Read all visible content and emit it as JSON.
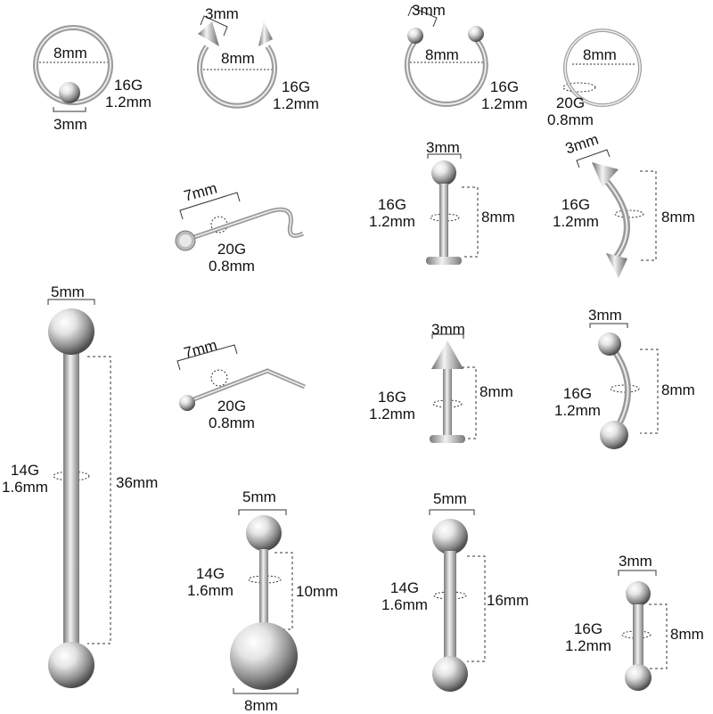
{
  "items": [
    {
      "id": "captive-bead-ring",
      "dims": [
        "8mm",
        "3mm"
      ],
      "gauge": "16G",
      "gauge_mm": "1.2mm"
    },
    {
      "id": "spike-horseshoe",
      "dims": [
        "3mm",
        "8mm"
      ],
      "gauge": "16G",
      "gauge_mm": "1.2mm"
    },
    {
      "id": "ball-horseshoe",
      "dims": [
        "3mm",
        "8mm"
      ],
      "gauge": "16G",
      "gauge_mm": "1.2mm"
    },
    {
      "id": "seamless-ring",
      "dims": [
        "8mm"
      ],
      "gauge": "20G",
      "gauge_mm": "0.8mm"
    },
    {
      "id": "nose-screw",
      "dims": [
        "7mm"
      ],
      "gauge": "20G",
      "gauge_mm": "0.8mm"
    },
    {
      "id": "ball-labret",
      "dims": [
        "3mm",
        "8mm"
      ],
      "gauge": "16G",
      "gauge_mm": "1.2mm"
    },
    {
      "id": "spike-curved-barbell",
      "dims": [
        "3mm",
        "8mm"
      ],
      "gauge": "16G",
      "gauge_mm": "1.2mm"
    },
    {
      "id": "industrial-barbell",
      "dims": [
        "5mm",
        "36mm"
      ],
      "gauge": "14G",
      "gauge_mm": "1.6mm"
    },
    {
      "id": "l-shape-nose-stud",
      "dims": [
        "7mm"
      ],
      "gauge": "20G",
      "gauge_mm": "0.8mm"
    },
    {
      "id": "spike-labret",
      "dims": [
        "3mm",
        "8mm"
      ],
      "gauge": "16G",
      "gauge_mm": "1.2mm"
    },
    {
      "id": "ball-curved-barbell",
      "dims": [
        "3mm",
        "8mm"
      ],
      "gauge": "16G",
      "gauge_mm": "1.2mm"
    },
    {
      "id": "belly-ring",
      "dims": [
        "5mm",
        "10mm",
        "8mm"
      ],
      "gauge": "14G",
      "gauge_mm": "1.6mm"
    },
    {
      "id": "tongue-barbell",
      "dims": [
        "5mm",
        "16mm"
      ],
      "gauge": "14G",
      "gauge_mm": "1.6mm"
    },
    {
      "id": "small-barbell",
      "dims": [
        "3mm",
        "8mm"
      ],
      "gauge": "16G",
      "gauge_mm": "1.2mm"
    }
  ]
}
